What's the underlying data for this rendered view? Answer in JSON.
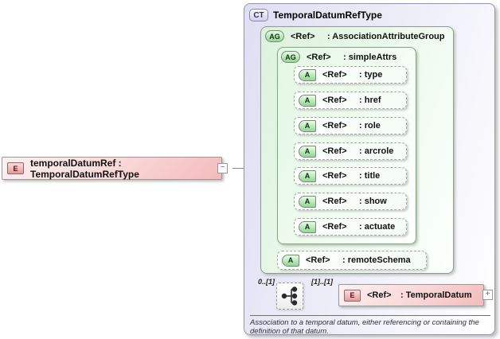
{
  "source_element": {
    "badge": "E",
    "label": "temporalDatumRef : TemporalDatumRefType",
    "collapse_glyph": "−"
  },
  "complex_type": {
    "badge": "CT",
    "title": "TemporalDatumRefType",
    "association_attribute_group": {
      "badge": "AG",
      "ref_label": "<Ref>",
      "name_label": ": AssociationAttributeGroup"
    },
    "simple_attrs": {
      "badge": "AG",
      "ref_label": "<Ref>",
      "name_label": ": simpleAttrs"
    },
    "attributes": [
      {
        "badge": "A",
        "ref_label": "<Ref>",
        "name_label": ": type"
      },
      {
        "badge": "A",
        "ref_label": "<Ref>",
        "name_label": ": href"
      },
      {
        "badge": "A",
        "ref_label": "<Ref>",
        "name_label": ": role"
      },
      {
        "badge": "A",
        "ref_label": "<Ref>",
        "name_label": ": arcrole"
      },
      {
        "badge": "A",
        "ref_label": "<Ref>",
        "name_label": ": title"
      },
      {
        "badge": "A",
        "ref_label": "<Ref>",
        "name_label": ": show"
      },
      {
        "badge": "A",
        "ref_label": "<Ref>",
        "name_label": ": actuate"
      }
    ],
    "remote_schema": {
      "badge": "A",
      "ref_label": "<Ref>",
      "name_label": ": remoteSchema"
    },
    "sequence": {
      "cardinality_outer": "0..[1]",
      "cardinality_inner": "[1]..[1]"
    },
    "temporal_datum": {
      "badge": "E",
      "ref_label": "<Ref>",
      "name_label": ": TemporalDatum",
      "expand_glyph": "+"
    },
    "annotation": "Association to a temporal datum, either referencing or containing the definition of that datum."
  },
  "colors": {
    "element_pink": "#f9d6d6",
    "group_green": "#dcf2dc",
    "complex_lavender": "#dfdff3",
    "connector": "#88889a"
  }
}
